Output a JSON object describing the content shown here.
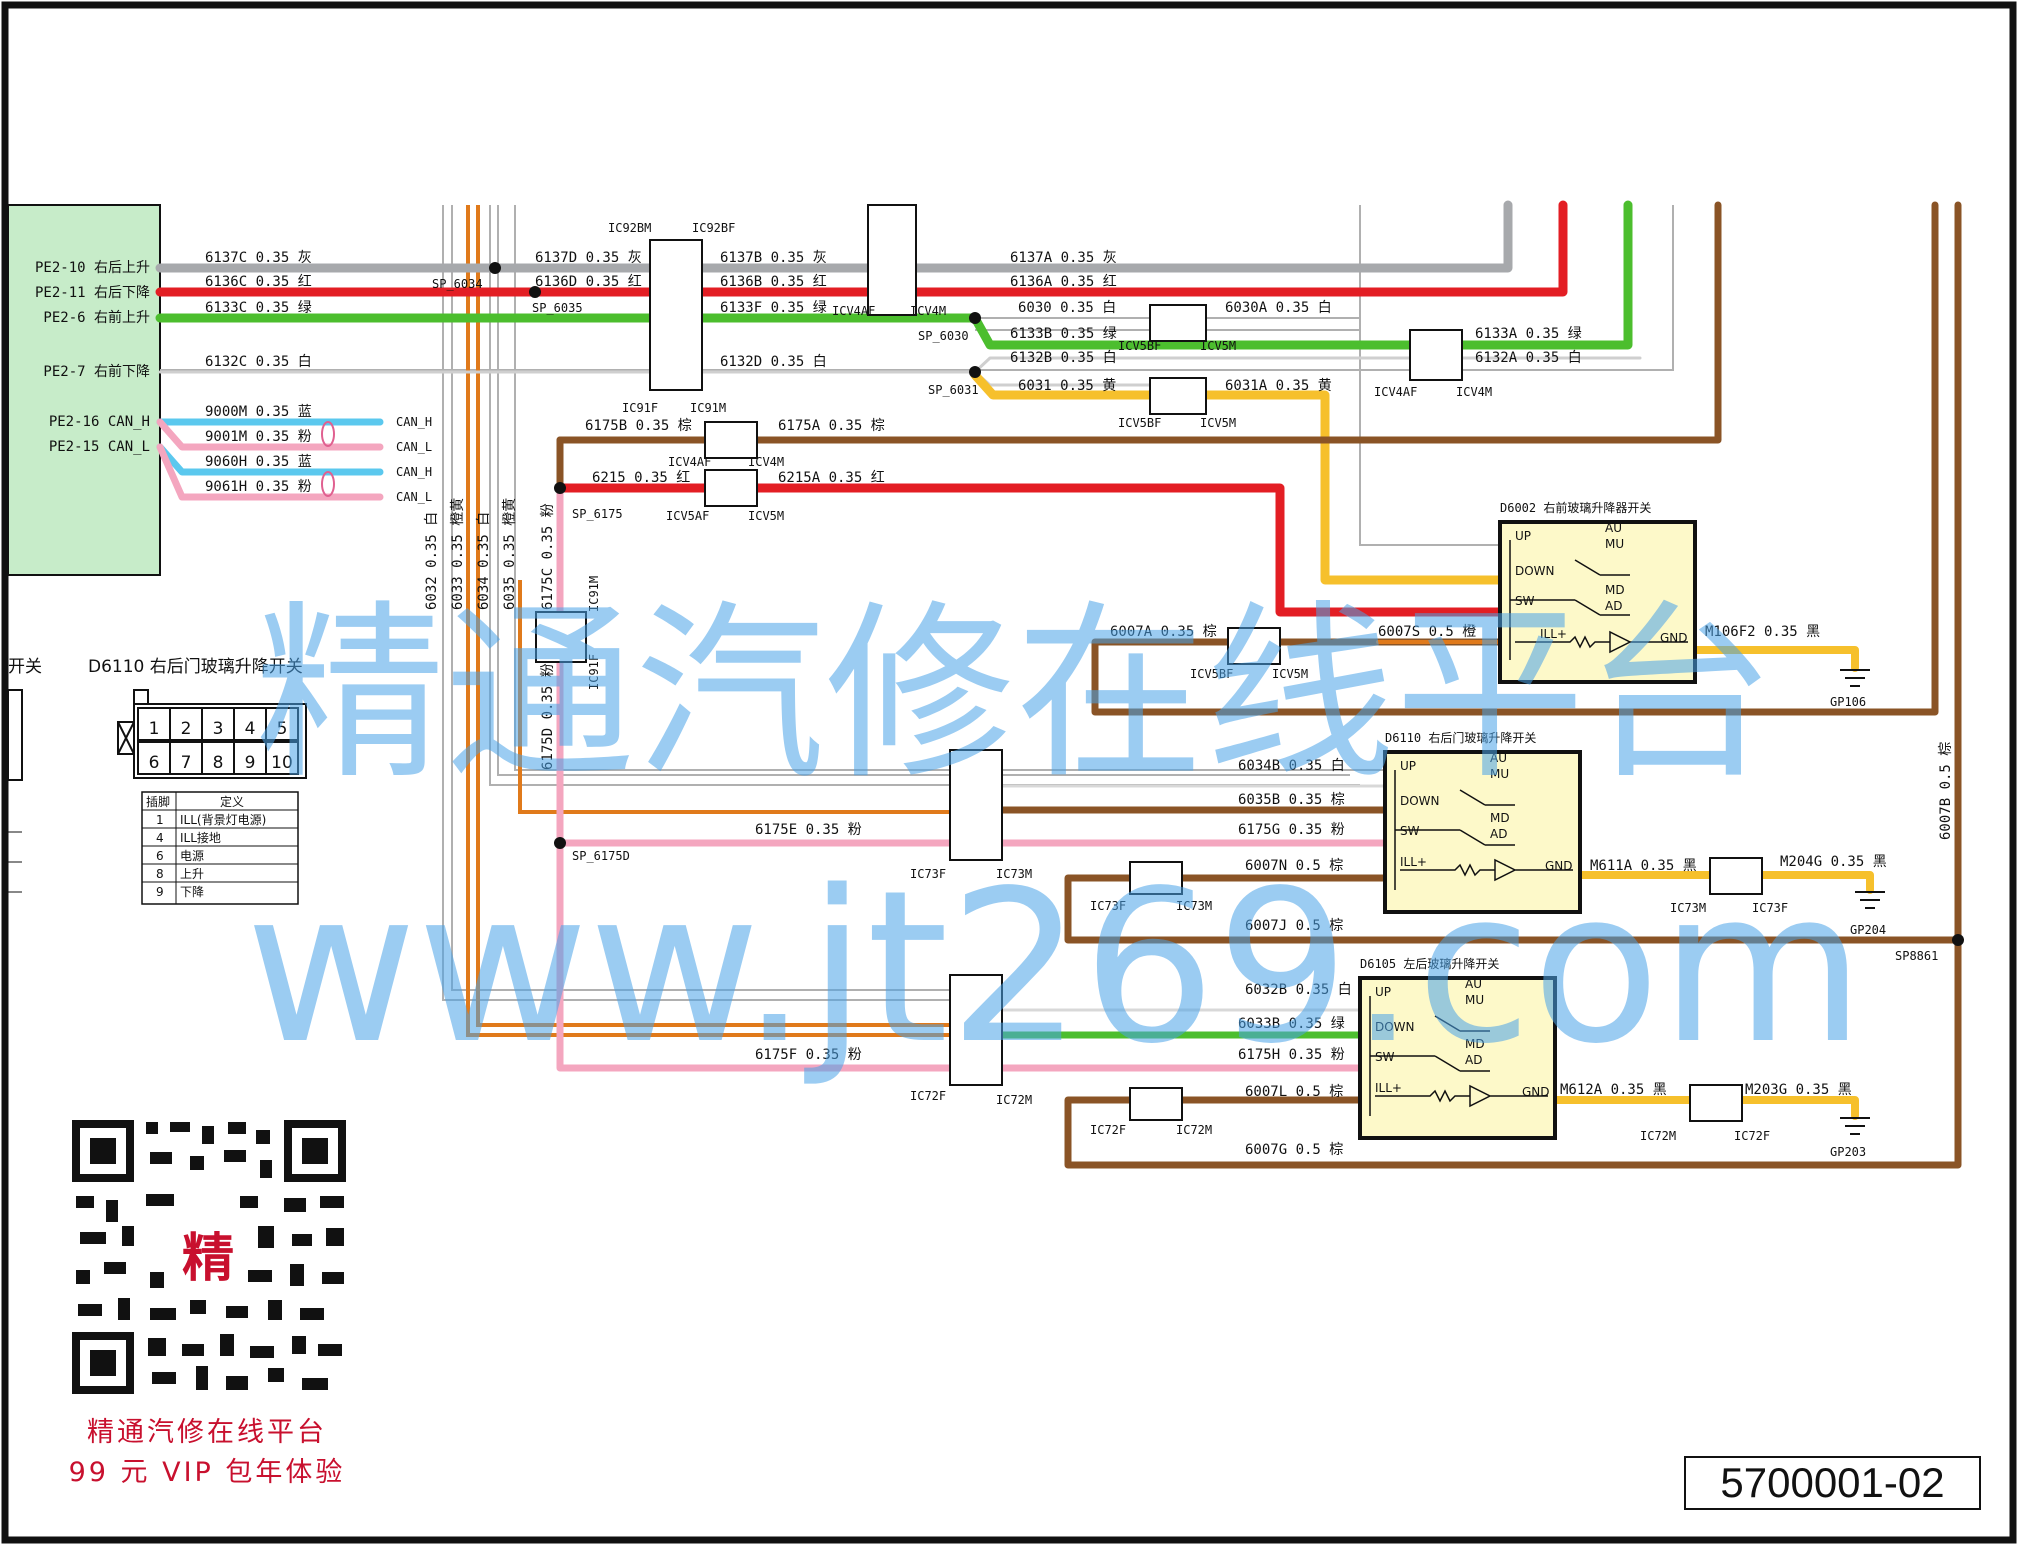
{
  "document_number": "5700001-02",
  "promo": {
    "line1": "精通汽修在线平台",
    "line2": "99 元 VIP 包年体验",
    "qr_char": "精"
  },
  "watermark": {
    "line1": "精通汽修在线平台",
    "line2": "www.jt269.com"
  },
  "colors": {
    "grey": "#a7a9ac",
    "red": "#e31e24",
    "green": "#4cbe2e",
    "white": "#ffffff",
    "yellow": "#f6c02c",
    "brown": "#8a5426",
    "pink": "#f4a6bf",
    "cyan": "#5bc8ee",
    "orange": "#e07a1b",
    "module": "#c7ecc9",
    "switch": "#fdf9c9"
  },
  "module_pins": [
    {
      "pin": "PE2-10",
      "name": "右后上升"
    },
    {
      "pin": "PE2-11",
      "name": "右后下降"
    },
    {
      "pin": "PE2-6",
      "name": "右前上升"
    },
    {
      "pin": "PE2-7",
      "name": "右前下降"
    },
    {
      "pin": "PE2-16",
      "name": "CAN_H"
    },
    {
      "pin": "PE2-15",
      "name": "CAN_L"
    }
  ],
  "wire_labels": [
    "6137C 0.35 灰",
    "6136C 0.35 红",
    "6133C 0.35 绿",
    "6132C 0.35 白",
    "9000M 0.35 蓝",
    "9001M 0.35 粉",
    "9060H 0.35 蓝",
    "9061H 0.35 粉",
    "6137D 0.35 灰",
    "6136D 0.35 红",
    "6137B 0.35 灰",
    "6136B 0.35 红",
    "6133F 0.35 绿",
    "6132D 0.35 白",
    "6137A 0.35 灰",
    "6136A 0.35 红",
    "6030 0.35 白",
    "6030A 0.35 白",
    "6133B 0.35 绿",
    "6133A 0.35 绿",
    "6132B 0.35 白",
    "6132A 0.35 白",
    "6031 0.35 黄",
    "6031A 0.35 黄",
    "6175B 0.35 棕",
    "6175A 0.35 棕",
    "6215 0.35 红",
    "6215A 0.35 红",
    "6007A 0.35 棕",
    "6007S 0.5 橙",
    "M106F2 0.35 黑",
    "6034B 0.35 白",
    "6035B 0.35 棕",
    "6175E 0.35 粉",
    "6175G 0.35 粉",
    "6007N 0.5 棕",
    "M611A 0.35 黑",
    "M204G 0.35 黑",
    "6007J 0.5 棕",
    "6032B 0.35 白",
    "6033B 0.35 绿",
    "6175F 0.35 粉",
    "6175H 0.35 粉",
    "6007L 0.5 棕",
    "M612A 0.35 黑",
    "M203G 0.35 黑",
    "6007G 0.5 棕",
    "6007B 0.5 棕",
    "6032 0.35 白",
    "6033 0.35 橙黄",
    "6034 0.35 白",
    "6035 0.35 橙黄",
    "6175C 0.35 粉",
    "6175D 0.35 粉"
  ],
  "can_tags": [
    "CAN_H",
    "CAN_L",
    "CAN_H",
    "CAN_L"
  ],
  "splices": [
    "SP_6034",
    "SP_6035",
    "SP_6030",
    "SP_6031",
    "SP_6175",
    "SP_6175D",
    "SP8861"
  ],
  "grounds": [
    "GP106",
    "GP204",
    "GP203"
  ],
  "connectors": [
    "IC92BM",
    "IC92BF",
    "IC91F",
    "IC91M",
    "ICV4AF",
    "ICV4M",
    "ICV5BF",
    "ICV5M",
    "ICV4AF",
    "ICV4M",
    "ICV5BF",
    "ICV5M",
    "ICV4AF",
    "ICV4M",
    "ICV5AF",
    "ICV5M",
    "ICV5BF",
    "ICV5M",
    "IC73F",
    "IC73M",
    "IC73F",
    "IC73M",
    "IC73M",
    "IC73F",
    "IC72F",
    "IC72M",
    "IC72F",
    "IC72M",
    "IC72M",
    "IC72F",
    "IC91F",
    "IC91M"
  ],
  "switches": [
    {
      "id": "D6002",
      "title": "D6002 右前玻璃升降器开关"
    },
    {
      "id": "D6110",
      "title": "D6110 右后门玻璃升降开关"
    },
    {
      "id": "D6105",
      "title": "D6105 左后玻璃升降开关"
    }
  ],
  "switch_internal": [
    "UP",
    "DOWN",
    "SW",
    "ILL+",
    "GND",
    "AU",
    "MU",
    "MD",
    "AD"
  ],
  "pinout": {
    "left_title": "开关",
    "title": "D6110 右后门玻璃升降开关",
    "cells": [
      "1",
      "2",
      "3",
      "4",
      "5",
      "6",
      "7",
      "8",
      "9",
      "10"
    ],
    "table_header": [
      "插脚",
      "定义"
    ],
    "table_rows": [
      [
        "1",
        "ILL(背景灯电源)"
      ],
      [
        "4",
        "ILL接地"
      ],
      [
        "6",
        "电源"
      ],
      [
        "8",
        "上升"
      ],
      [
        "9",
        "下降"
      ]
    ]
  }
}
